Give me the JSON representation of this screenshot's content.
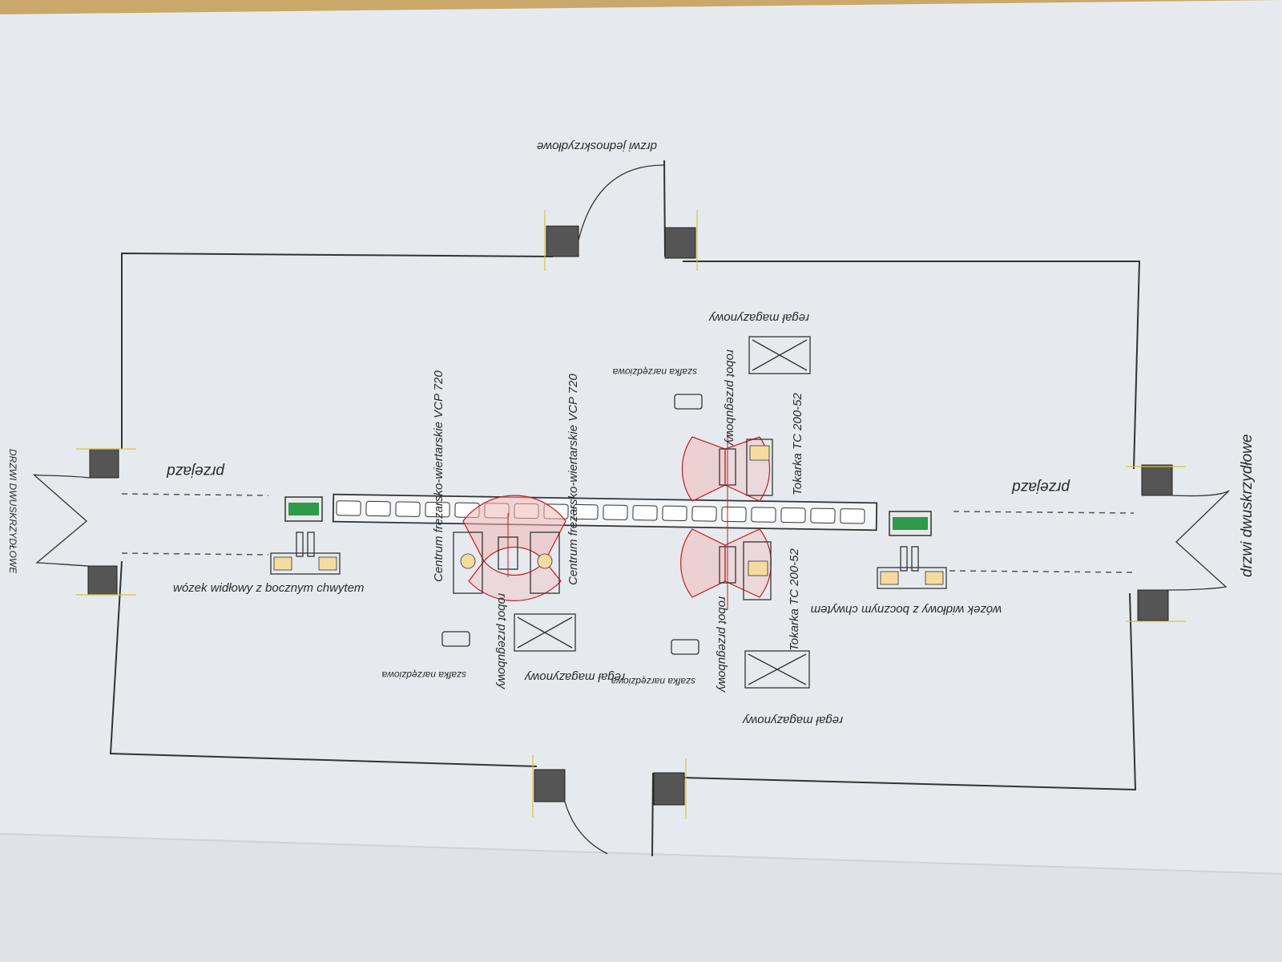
{
  "colors": {
    "paper": "#e6eaee",
    "table": "#c9a86a",
    "wall": "#333333",
    "robot_zone": "#c21d1d",
    "cart_green": "#2e9a4a",
    "guide_line": "#d8c23a"
  },
  "labels": {
    "door_single": "drzwi jednoskrzydłowe",
    "door_double_left": "DRZWI DWUSKRZYDŁOWE",
    "door_double_right": "drzwi dwuskrzydłowe",
    "passage_left": "przejazd",
    "passage_right": "przejazd",
    "forklift_left": "wózek widłowy z bocznym chwytem",
    "forklift_right": "wózek widłowy z bocznym chwytem",
    "mill_1": "Centrum frezarsko-wiertarskie   VCP 720",
    "mill_2": "Centrum frezarsko-wiertarskie   VCP 720",
    "lathe_1": "Tokarka  TC 200-52",
    "lathe_2": "Tokarka  TC 200-52",
    "robot_1": "robot przegubowy",
    "robot_2": "robot przegubowy",
    "robot_3": "robot przegubowy",
    "tool_cabinet_1": "szafka narzędziowa",
    "tool_cabinet_2": "szafka narzędziowa",
    "tool_cabinet_3": "szafka narzędziowa",
    "rack_1": "regał magazynowy",
    "rack_2": "regał magazynowy",
    "rack_3": "regał magazynowy"
  }
}
